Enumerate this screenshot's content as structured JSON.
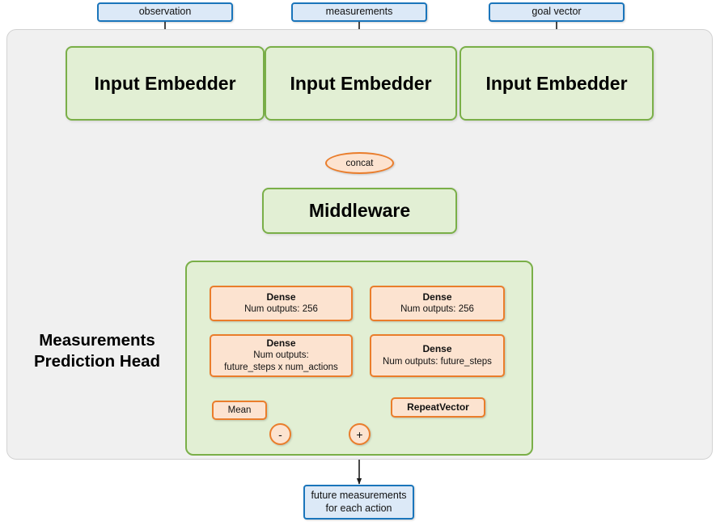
{
  "diagram": {
    "title_label": "Measurements\nPrediction Head",
    "title_line1": "Measurements",
    "title_line2": "Prediction Head",
    "colors": {
      "io_fill": "#dce9f7",
      "io_border": "#1a75bb",
      "green_fill": "#e2efd4",
      "green_border": "#7aaf48",
      "orange_fill": "#fce3d0",
      "orange_border": "#ea7d2b",
      "outer_fill": "#f0f0f0",
      "outer_border": "#d2d2d2",
      "edge": "#1a1a1a"
    }
  },
  "inputs": [
    {
      "label": "observation"
    },
    {
      "label": "measurements"
    },
    {
      "label": "goal vector"
    }
  ],
  "embedders": [
    {
      "label": "Input Embedder"
    },
    {
      "label": "Input Embedder"
    },
    {
      "label": "Input Embedder"
    }
  ],
  "concat": {
    "label": "concat"
  },
  "middleware": {
    "label": "Middleware"
  },
  "head": {
    "left_branch": {
      "dense1": {
        "title": "Dense",
        "line2": "Num outputs: 256"
      },
      "dense2": {
        "title": "Dense",
        "line2": "Num outputs:",
        "line3": "future_steps x num_actions"
      },
      "mean": {
        "label": "Mean"
      },
      "op": {
        "label": "-"
      }
    },
    "right_branch": {
      "dense1": {
        "title": "Dense",
        "line2": "Num outputs: 256"
      },
      "dense2": {
        "title": "Dense",
        "line2": "Num outputs: future_steps"
      },
      "repeat_vector": {
        "label": "RepeatVector"
      },
      "op": {
        "label": "+"
      }
    }
  },
  "output": {
    "line1": "future measurements",
    "line2": "for each action"
  }
}
